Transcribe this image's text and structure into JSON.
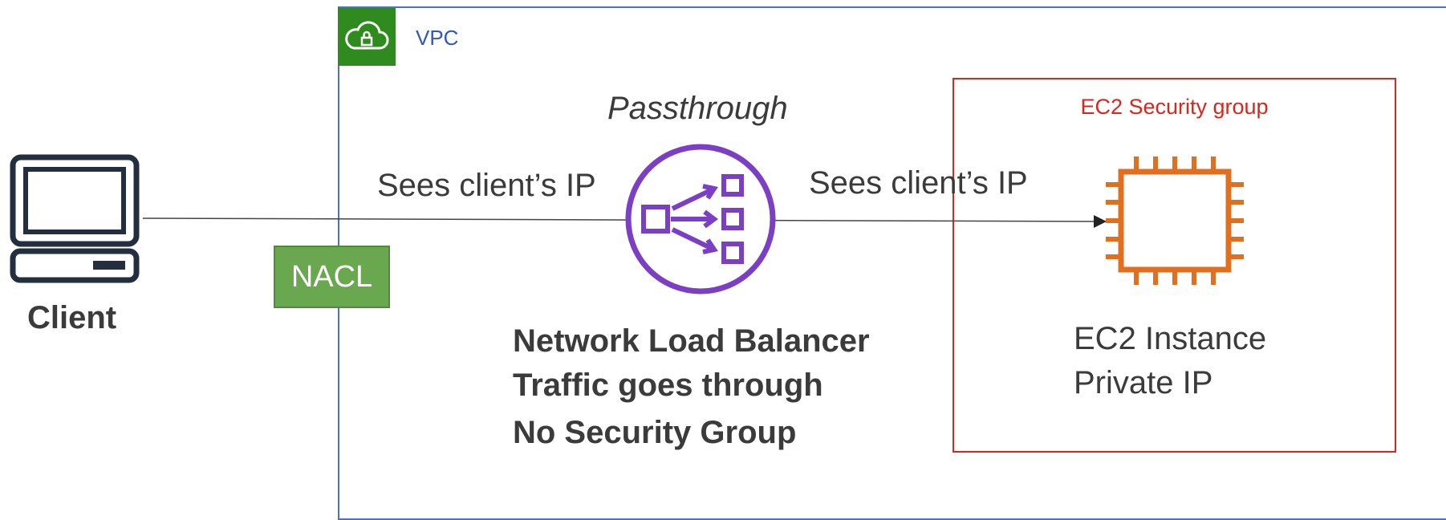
{
  "vpc": {
    "label": "VPC",
    "badge_icon": "cloud-lock-icon",
    "border_color": "#4a6fd1",
    "badge_color": "#2f8b1d"
  },
  "client": {
    "label": "Client",
    "icon": "laptop-icon"
  },
  "nacl": {
    "label": "NACL",
    "color": "#6aa84f"
  },
  "load_balancer": {
    "mode_label": "Passthrough",
    "icon": "network-load-balancer-icon",
    "name": "Network Load Balancer",
    "line2": "Traffic goes through",
    "line3": "No Security Group",
    "color": "#7b3fc4"
  },
  "flow": {
    "left_label": "Sees client’s IP",
    "right_label": "Sees client’s IP"
  },
  "security_group": {
    "label": "EC2 Security group",
    "color": "#d8281b"
  },
  "ec2": {
    "icon": "ec2-chip-icon",
    "line1": "EC2 Instance",
    "line2": "Private IP",
    "color": "#e07020"
  }
}
